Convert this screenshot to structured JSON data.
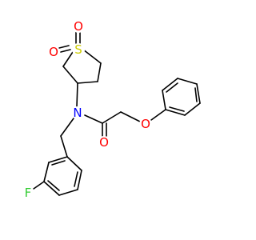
{
  "molecule": {
    "atoms": {
      "sulfur": {
        "symbol": "S",
        "color": "#cccc00"
      },
      "oxygen_top": {
        "symbol": "O",
        "color": "#ff0000"
      },
      "oxygen_left": {
        "symbol": "O",
        "color": "#ff0000"
      },
      "nitrogen": {
        "symbol": "N",
        "color": "#0000ff"
      },
      "oxygen_carbonyl": {
        "symbol": "O",
        "color": "#ff0000"
      },
      "oxygen_ether": {
        "symbol": "O",
        "color": "#ff0000"
      },
      "fluorine": {
        "symbol": "F",
        "color": "#33cc33"
      }
    }
  }
}
